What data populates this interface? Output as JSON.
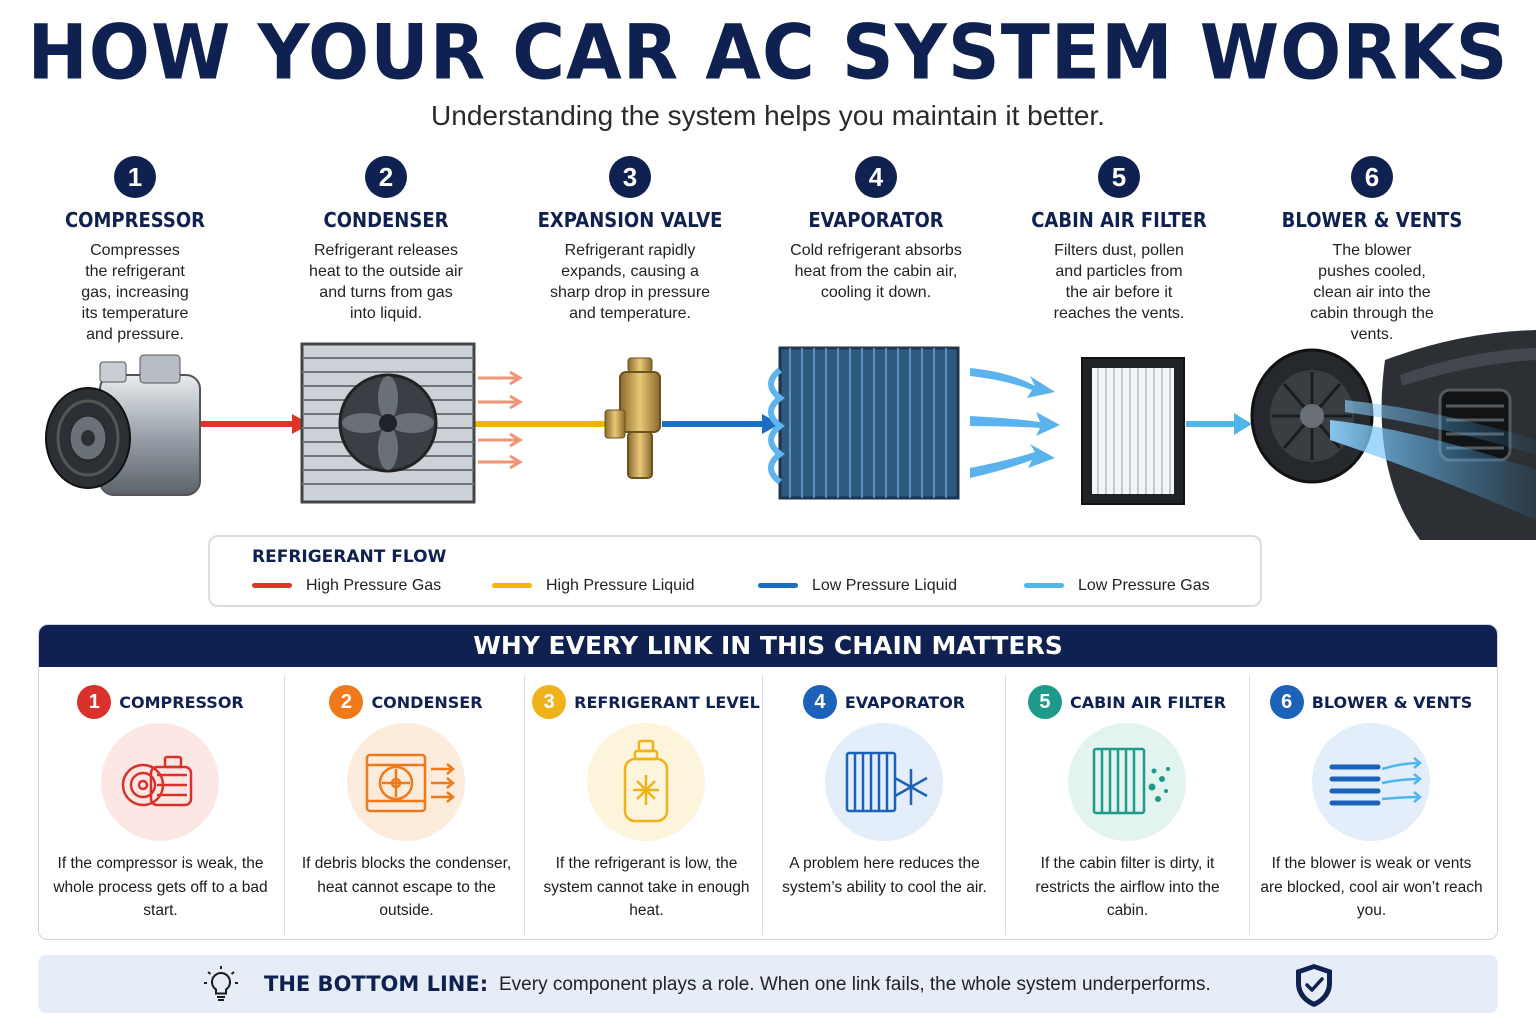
{
  "title": "HOW YOUR CAR AC SYSTEM WORKS",
  "subtitle": "Understanding the system helps you maintain it better.",
  "steps": [
    {
      "num": "1",
      "name": "COMPRESSOR",
      "desc": "Compresses the refrigerant gas, increasing its temperature and pressure."
    },
    {
      "num": "2",
      "name": "CONDENSER",
      "desc": "Refrigerant releases heat to the outside air and turns from gas into liquid."
    },
    {
      "num": "3",
      "name": "EXPANSION VALVE",
      "desc": "Refrigerant rapidly expands, causing a sharp drop in pressure and temperature."
    },
    {
      "num": "4",
      "name": "EVAPORATOR",
      "desc": "Cold refrigerant absorbs heat from the cabin air, cooling it down."
    },
    {
      "num": "5",
      "name": "CABIN AIR FILTER",
      "desc": "Filters dust, pollen and particles from the air before it reaches the vents."
    },
    {
      "num": "6",
      "name": "BLOWER & VENTS",
      "desc": "The blower pushes cooled, clean air into the cabin through the vents."
    }
  ],
  "legend": {
    "title": "REFRIGERANT FLOW",
    "items": [
      {
        "label": "High Pressure Gas",
        "color": "#e0342a"
      },
      {
        "label": "High Pressure Liquid",
        "color": "#f5b400"
      },
      {
        "label": "Low Pressure Liquid",
        "color": "#1a6fc4"
      },
      {
        "label": "Low Pressure Gas",
        "color": "#4fb6ec"
      }
    ]
  },
  "why": {
    "banner": "WHY EVERY LINK IN THIS CHAIN MATTERS",
    "items": [
      {
        "num": "1",
        "name": "COMPRESSOR",
        "color": "#d8322b",
        "icon": "compressor-icon",
        "text": "If the compressor is weak, the whole process gets off to a bad start."
      },
      {
        "num": "2",
        "name": "CONDENSER",
        "color": "#ee7a1c",
        "icon": "condenser-icon",
        "text": "If debris blocks the condenser, heat cannot escape to the outside."
      },
      {
        "num": "3",
        "name": "REFRIGERANT LEVEL",
        "color": "#f0b21a",
        "icon": "refrigerant-canister-icon",
        "text": "If the refrigerant is low, the system cannot take in enough heat."
      },
      {
        "num": "4",
        "name": "EVAPORATOR",
        "color": "#1b62b8",
        "icon": "evaporator-snowflake-icon",
        "text": "A problem here reduces the system’s ability to cool the air."
      },
      {
        "num": "5",
        "name": "CABIN AIR FILTER",
        "color": "#1f9a8a",
        "icon": "cabin-filter-icon",
        "text": "If the cabin filter is dirty, it restricts the airflow into the cabin."
      },
      {
        "num": "6",
        "name": "BLOWER & VENTS",
        "color": "#1b62b8",
        "icon": "vent-airflow-icon",
        "text": "If the blower is weak or vents are blocked, cool air won’t reach you."
      }
    ]
  },
  "bottom_line": {
    "label": "THE BOTTOM LINE:",
    "text": "Every component plays a role. When one link fails, the whole system underperforms."
  }
}
